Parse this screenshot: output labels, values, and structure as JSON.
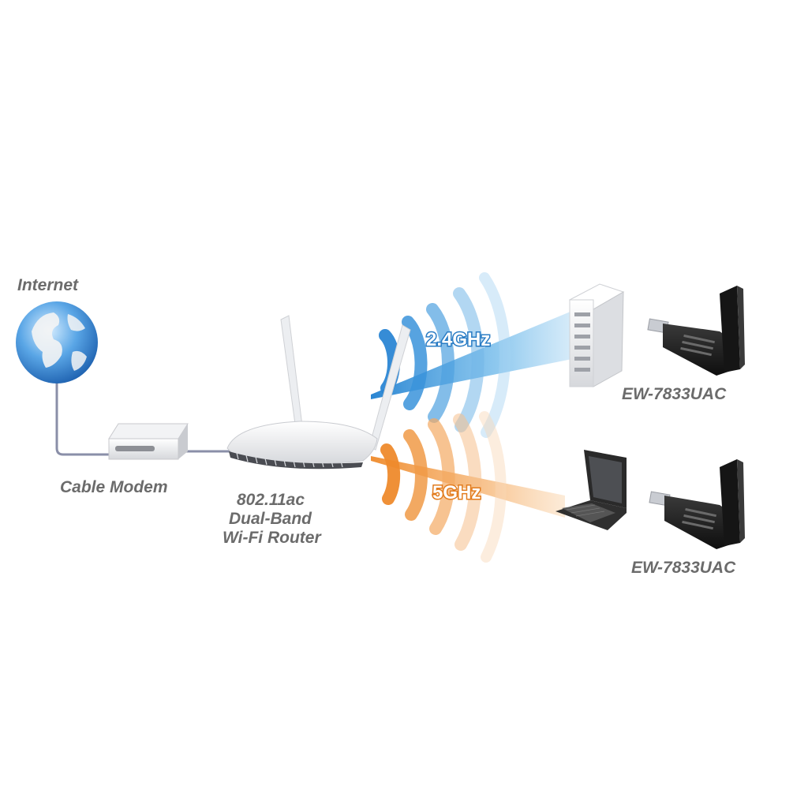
{
  "labels": {
    "internet": "Internet",
    "cable_modem": "Cable Modem",
    "router_line1": "802.11ac",
    "router_line2": "Dual-Band",
    "router_line3": "Wi-Fi Router",
    "band_24": "2.4GHz",
    "band_5": "5GHz",
    "adapter_top": "EW-7833UAC",
    "adapter_bottom": "EW-7833UAC"
  },
  "colors": {
    "band_24_blue": "#3a9ad8",
    "band_5_orange": "#f2963c",
    "label_gray": "#6b6b6b",
    "cable_gray": "#8a8fa8"
  },
  "icons": {
    "globe": "globe-icon",
    "modem": "cable-modem-icon",
    "router": "router-icon",
    "desktop": "desktop-pc-icon",
    "laptop": "laptop-icon",
    "usb_adapter": "usb-wifi-adapter-icon"
  }
}
